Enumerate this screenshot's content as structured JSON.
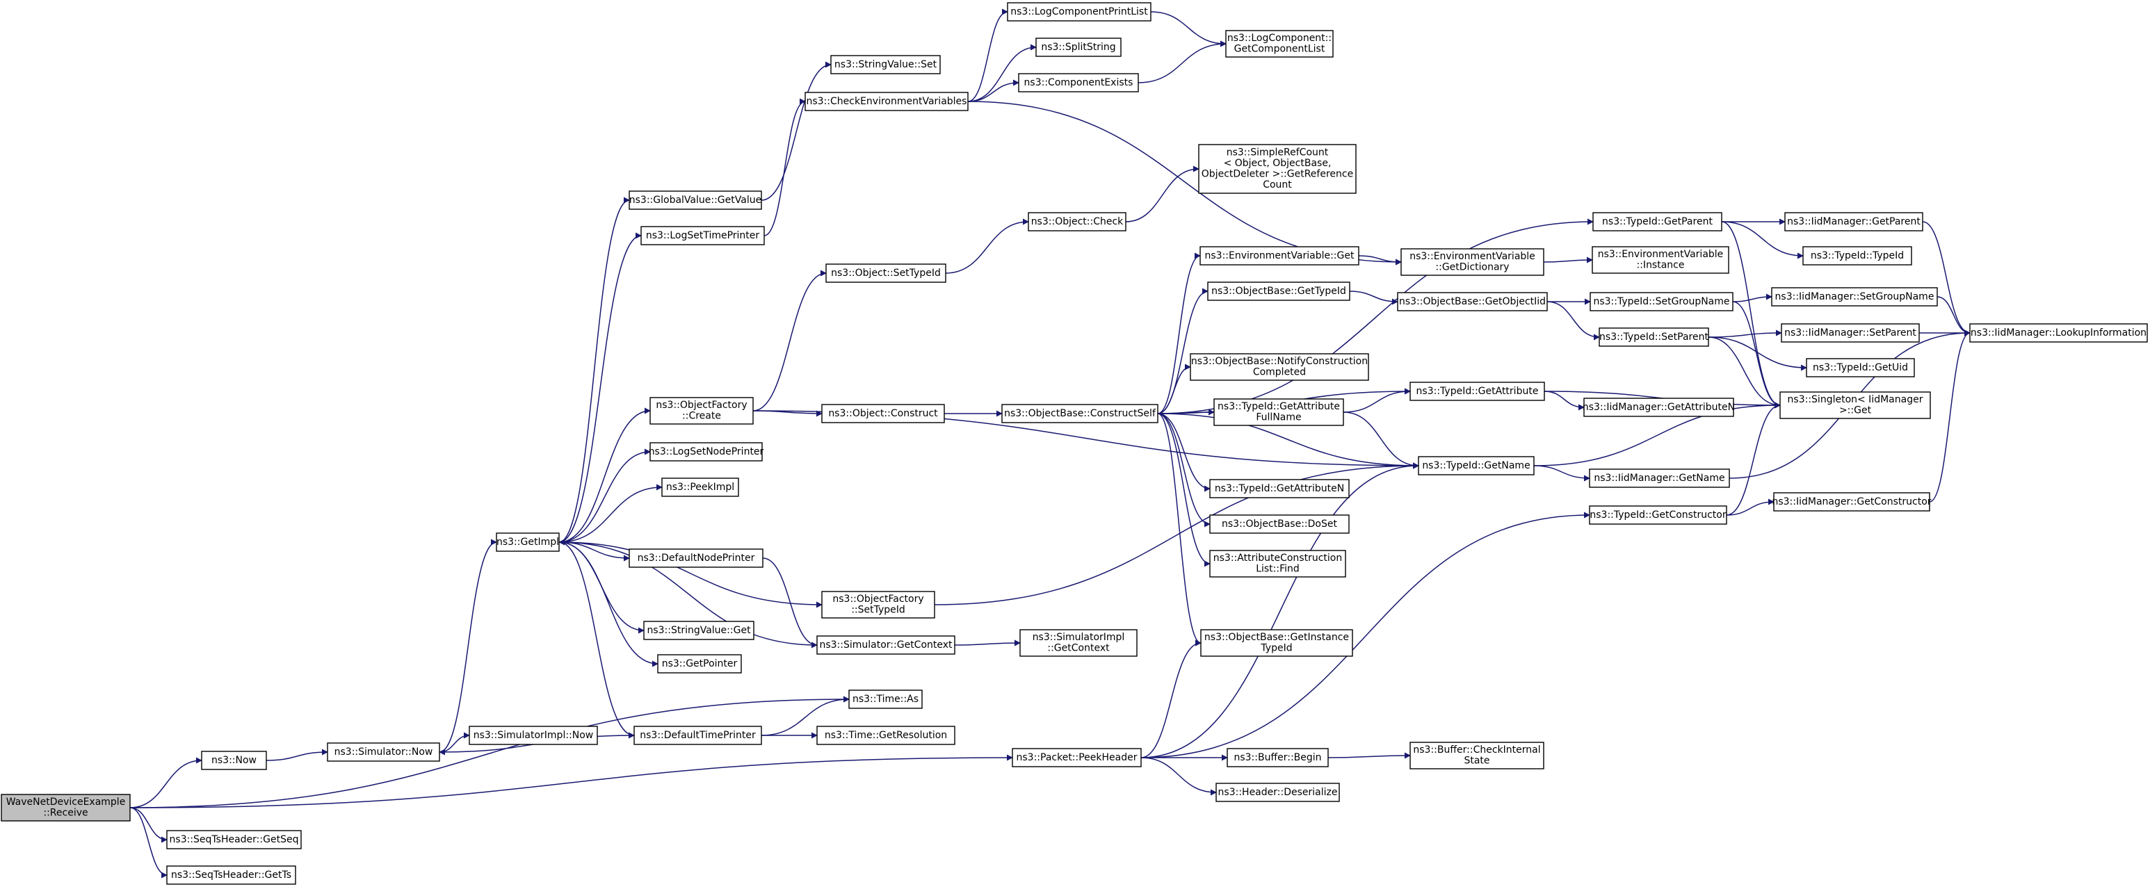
{
  "colors": {
    "edge": "#191970",
    "root_fill": "#bfbfbf",
    "node_fill": "#ffffff",
    "node_border": "#000000"
  },
  "nodes": [
    {
      "id": "root",
      "lines": [
        "WaveNetDeviceExample",
        "::Receive"
      ],
      "highlight": true
    },
    {
      "id": "now",
      "lines": [
        "ns3::Now"
      ]
    },
    {
      "id": "seqget",
      "lines": [
        "ns3::SeqTsHeader::GetSeq"
      ]
    },
    {
      "id": "seqts",
      "lines": [
        "ns3::SeqTsHeader::GetTs"
      ]
    },
    {
      "id": "simnow",
      "lines": [
        "ns3::Simulator::Now"
      ]
    },
    {
      "id": "getimpl",
      "lines": [
        "ns3::GetImpl"
      ]
    },
    {
      "id": "simimplnow",
      "lines": [
        "ns3::SimulatorImpl::Now"
      ]
    },
    {
      "id": "globalvalue",
      "lines": [
        "ns3::GlobalValue::GetValue"
      ]
    },
    {
      "id": "logsettime",
      "lines": [
        "ns3::LogSetTimePrinter"
      ]
    },
    {
      "id": "objfactcreate",
      "lines": [
        "ns3::ObjectFactory",
        "::Create"
      ]
    },
    {
      "id": "logsetnode",
      "lines": [
        "ns3::LogSetNodePrinter"
      ]
    },
    {
      "id": "peekimpl",
      "lines": [
        "ns3::PeekImpl"
      ]
    },
    {
      "id": "defnodeprinter",
      "lines": [
        "ns3::DefaultNodePrinter"
      ]
    },
    {
      "id": "stringvalueget",
      "lines": [
        "ns3::StringValue::Get"
      ]
    },
    {
      "id": "getpointer",
      "lines": [
        "ns3::GetPointer"
      ]
    },
    {
      "id": "deftimeprinter",
      "lines": [
        "ns3::DefaultTimePrinter"
      ]
    },
    {
      "id": "stringvalueset",
      "lines": [
        "ns3::StringValue::Set"
      ]
    },
    {
      "id": "checkenv",
      "lines": [
        "ns3::CheckEnvironmentVariables"
      ]
    },
    {
      "id": "objsettypeid",
      "lines": [
        "ns3::Object::SetTypeId"
      ]
    },
    {
      "id": "objconstruct",
      "lines": [
        "ns3::Object::Construct"
      ]
    },
    {
      "id": "objfactsettypeid",
      "lines": [
        "ns3::ObjectFactory",
        "::SetTypeId"
      ]
    },
    {
      "id": "simgetcontext",
      "lines": [
        "ns3::Simulator::GetContext"
      ]
    },
    {
      "id": "timeas",
      "lines": [
        "ns3::Time::As"
      ]
    },
    {
      "id": "timegetres",
      "lines": [
        "ns3::Time::GetResolution"
      ]
    },
    {
      "id": "packetpeek",
      "lines": [
        "ns3::Packet::PeekHeader"
      ]
    },
    {
      "id": "logcompprint",
      "lines": [
        "ns3::LogComponentPrintList"
      ]
    },
    {
      "id": "splitstring",
      "lines": [
        "ns3::SplitString"
      ]
    },
    {
      "id": "compexists",
      "lines": [
        "ns3::ComponentExists"
      ]
    },
    {
      "id": "objcheck",
      "lines": [
        "ns3::Object::Check"
      ]
    },
    {
      "id": "constructself",
      "lines": [
        "ns3::ObjectBase::ConstructSelf"
      ]
    },
    {
      "id": "simimplgetctx",
      "lines": [
        "ns3::SimulatorImpl",
        "::GetContext"
      ]
    },
    {
      "id": "bufferbegin",
      "lines": [
        "ns3::Buffer::Begin"
      ]
    },
    {
      "id": "headerdeser",
      "lines": [
        "ns3::Header::Deserialize"
      ]
    },
    {
      "id": "logcompgetlist",
      "lines": [
        "ns3::LogComponent::",
        "GetComponentList"
      ]
    },
    {
      "id": "simplerefcount",
      "lines": [
        "ns3::SimpleRefCount",
        "< Object, ObjectBase,",
        "ObjectDeleter >::GetReference",
        "Count"
      ]
    },
    {
      "id": "envvarget",
      "lines": [
        "ns3::EnvironmentVariable::Get"
      ]
    },
    {
      "id": "objbasegettypeid",
      "lines": [
        "ns3::ObjectBase::GetTypeId"
      ]
    },
    {
      "id": "notifyconstr",
      "lines": [
        "ns3::ObjectBase::NotifyConstruction",
        "Completed"
      ]
    },
    {
      "id": "getattrfullname",
      "lines": [
        "ns3::TypeId::GetAttribute",
        "FullName"
      ]
    },
    {
      "id": "getattributen",
      "lines": [
        "ns3::TypeId::GetAttributeN"
      ]
    },
    {
      "id": "doset",
      "lines": [
        "ns3::ObjectBase::DoSet"
      ]
    },
    {
      "id": "attrconstrfind",
      "lines": [
        "ns3::AttributeConstruction",
        "List::Find"
      ]
    },
    {
      "id": "getinstancetypeid",
      "lines": [
        "ns3::ObjectBase::GetInstance",
        "TypeId"
      ]
    },
    {
      "id": "buffercheck",
      "lines": [
        "ns3::Buffer::CheckInternal",
        "State"
      ]
    },
    {
      "id": "envvardict",
      "lines": [
        "ns3::EnvironmentVariable",
        "::GetDictionary"
      ]
    },
    {
      "id": "getobjectiid",
      "lines": [
        "ns3::ObjectBase::GetObjectIid"
      ]
    },
    {
      "id": "typeidgetattr",
      "lines": [
        "ns3::TypeId::GetAttribute"
      ]
    },
    {
      "id": "typeidgetname",
      "lines": [
        "ns3::TypeId::GetName"
      ]
    },
    {
      "id": "typeidgetctor",
      "lines": [
        "ns3::TypeId::GetConstructor"
      ]
    },
    {
      "id": "typeidgetparent",
      "lines": [
        "ns3::TypeId::GetParent"
      ]
    },
    {
      "id": "envvarinstance",
      "lines": [
        "ns3::EnvironmentVariable",
        "::Instance"
      ]
    },
    {
      "id": "typeidsetgroup",
      "lines": [
        "ns3::TypeId::SetGroupName"
      ]
    },
    {
      "id": "typeidsetparent",
      "lines": [
        "ns3::TypeId::SetParent"
      ]
    },
    {
      "id": "iidgetattrn",
      "lines": [
        "ns3::IidManager::GetAttributeN"
      ]
    },
    {
      "id": "iidgetname",
      "lines": [
        "ns3::IidManager::GetName"
      ]
    },
    {
      "id": "iidgetparent",
      "lines": [
        "ns3::IidManager::GetParent"
      ]
    },
    {
      "id": "typeidtypeid",
      "lines": [
        "ns3::TypeId::TypeId"
      ]
    },
    {
      "id": "iidsetgroup",
      "lines": [
        "ns3::IidManager::SetGroupName"
      ]
    },
    {
      "id": "iidsetparent",
      "lines": [
        "ns3::IidManager::SetParent"
      ]
    },
    {
      "id": "typeidgetuid",
      "lines": [
        "ns3::TypeId::GetUid"
      ]
    },
    {
      "id": "singletonget",
      "lines": [
        "ns3::Singleton< IidManager",
        " >::Get"
      ]
    },
    {
      "id": "iidgetctor",
      "lines": [
        "ns3::IidManager::GetConstructor"
      ]
    },
    {
      "id": "iidlookup",
      "lines": [
        "ns3::IidManager::LookupInformation"
      ]
    }
  ]
}
